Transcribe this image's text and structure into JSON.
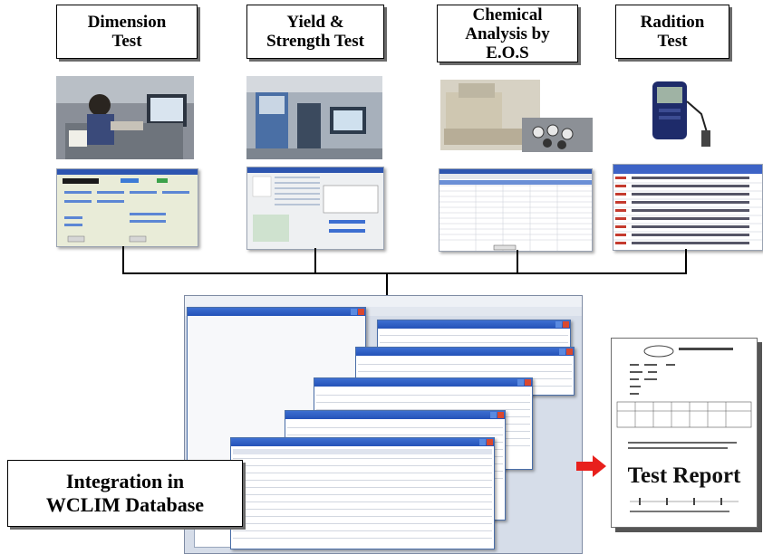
{
  "tests": [
    {
      "label": "Dimension\nTest"
    },
    {
      "label": "Yield &\nStrength Test"
    },
    {
      "label": "Chemical\nAnalysis by\nE.O.S"
    },
    {
      "label": "Radition\nTest"
    }
  ],
  "integration": {
    "label": "Integration in\nWCLIM Database"
  },
  "report": {
    "title": "Test Report"
  },
  "colors": {
    "arrow": "#e8201c",
    "connector": "#000000",
    "box_border": "#000000",
    "window_title": "#2452b8"
  }
}
